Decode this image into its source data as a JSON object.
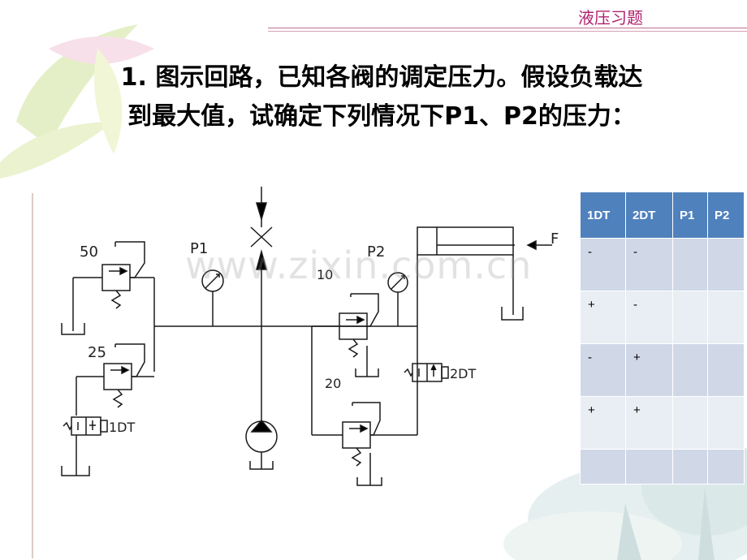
{
  "header": {
    "title": "液压习题"
  },
  "question": {
    "line1": "1. 图示回路，已知各阀的调定压力。假设负载达",
    "line2": "到最大值，试确定下列情况下P1、P2的压力："
  },
  "watermark": "www.zixin.com.cn",
  "diagram": {
    "labels": {
      "p1": "P1",
      "p2": "P2",
      "relief_50": "50",
      "relief_25": "25",
      "relief_10": "10",
      "relief_20": "20",
      "solenoid_1": "1DT",
      "solenoid_2": "2DT",
      "load": "F"
    }
  },
  "table": {
    "headers": [
      "1DT",
      "2DT",
      "P1",
      "P2"
    ],
    "rows": [
      [
        "-",
        "-",
        "",
        ""
      ],
      [
        "+",
        "-",
        "",
        ""
      ],
      [
        "-",
        "+",
        "",
        ""
      ],
      [
        "+",
        "+",
        "",
        ""
      ],
      [
        "",
        "",
        "",
        ""
      ]
    ]
  }
}
